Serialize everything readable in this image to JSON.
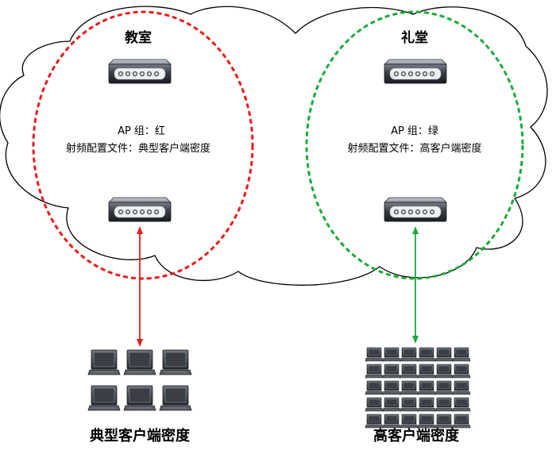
{
  "diagram": {
    "zones": [
      {
        "id": "classroom",
        "title": "教室",
        "ap_group_line": "AP 组：红",
        "rf_profile_line": "射频配置文件：典型客户端密度",
        "color": "#e81c1c"
      },
      {
        "id": "auditorium",
        "title": "礼堂",
        "ap_group_line": "AP 组：绿",
        "rf_profile_line": "射频配置文件：高客户端密度",
        "color": "#1aaa3c"
      }
    ],
    "client_groups": [
      {
        "label": "典型客户端密度",
        "device_count": 6
      },
      {
        "label": "高客户端密度",
        "device_count": 30
      }
    ],
    "icons": {
      "access_point": "access-point-icon",
      "laptop": "laptop-icon",
      "cloud": "network-cloud-icon"
    }
  }
}
